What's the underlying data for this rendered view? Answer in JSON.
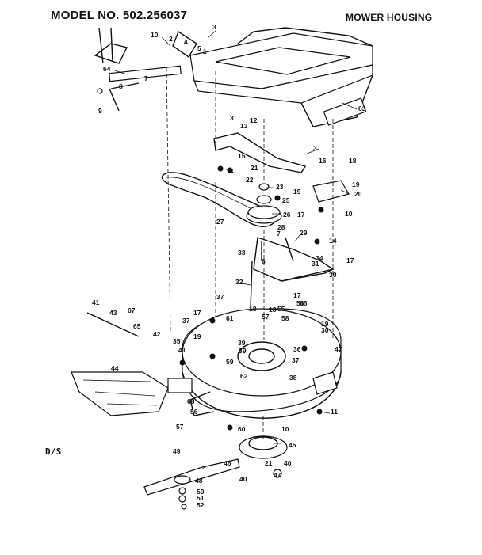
{
  "header": {
    "model_no": "MODEL NO. 502.256037",
    "title": "MOWER HOUSING"
  },
  "footer": {
    "code": "D/S"
  },
  "callouts": [
    "10",
    "2",
    "3",
    "4",
    "5",
    "1",
    "64",
    "7",
    "9",
    "8",
    "63",
    "3",
    "12",
    "13",
    "15",
    "3",
    "16",
    "18",
    "19",
    "20",
    "14",
    "21",
    "22",
    "23",
    "19",
    "25",
    "26",
    "17",
    "10",
    "27",
    "28",
    "7",
    "29",
    "14",
    "33",
    "6",
    "31",
    "34",
    "17",
    "30",
    "32",
    "17",
    "55",
    "56",
    "18",
    "57",
    "37",
    "61",
    "17",
    "41",
    "43",
    "67",
    "65",
    "42",
    "19",
    "37",
    "18",
    "58",
    "19",
    "39",
    "36",
    "47",
    "35",
    "41",
    "38",
    "59",
    "62",
    "66",
    "30",
    "39",
    "37",
    "44",
    "68",
    "11",
    "56",
    "57",
    "60",
    "10",
    "45",
    "40",
    "49",
    "21",
    "46",
    "47",
    "48",
    "40",
    "50",
    "51",
    "52"
  ]
}
